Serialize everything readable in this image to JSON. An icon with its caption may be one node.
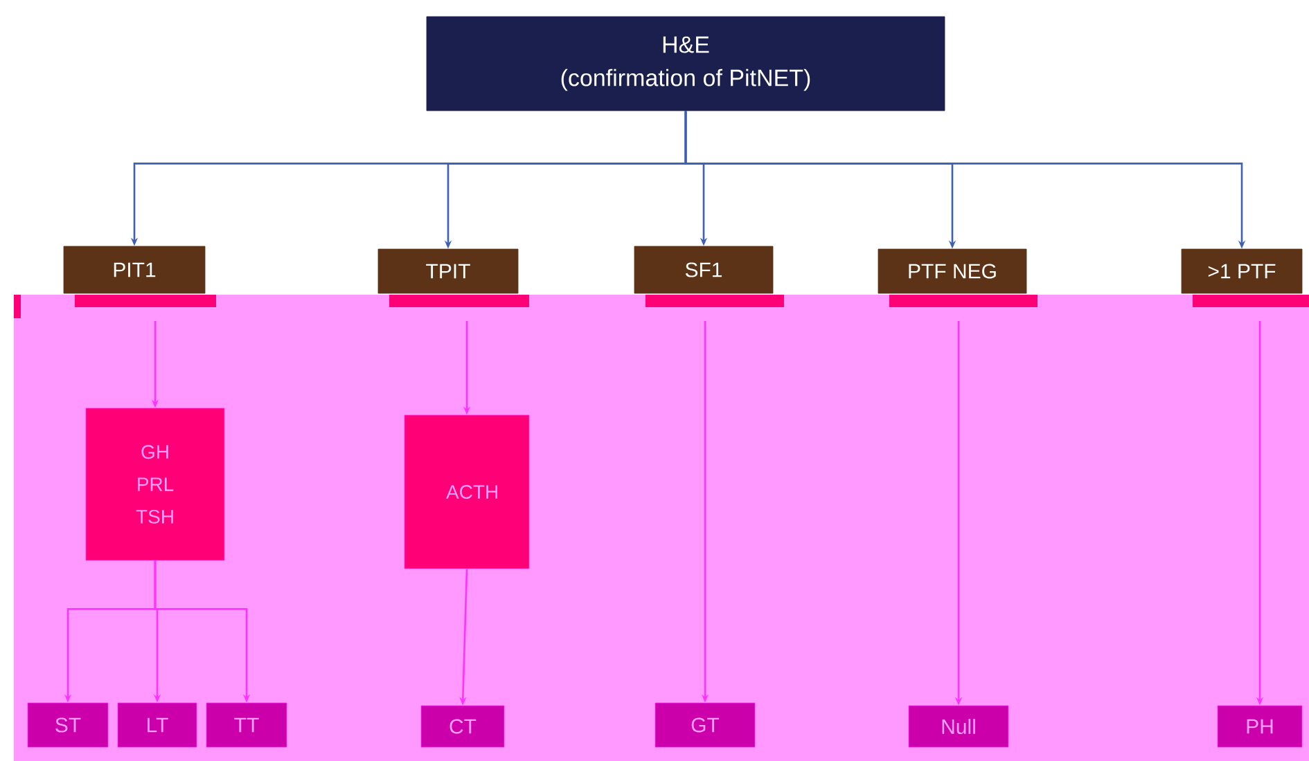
{
  "diagram": {
    "nodes": [
      {
        "text": [
          "H&E",
          "(confirmation of PitNET)"
        ]
      },
      {
        "text": [
          "PIT1"
        ]
      },
      {
        "text": [
          "TPIT"
        ]
      },
      {
        "text": [
          "SF1"
        ]
      },
      {
        "text": [
          "PTF NEG"
        ]
      },
      {
        "text": [
          ">1 PTF"
        ]
      },
      {
        "text": [
          "GH PRL TSH"
        ]
      },
      {
        "text": [
          "ACTH"
        ]
      },
      {
        "text": [
          "ST"
        ]
      },
      {
        "text": [
          "LT"
        ]
      },
      {
        "text": [
          "TT"
        ]
      },
      {
        "text": [
          "CT"
        ]
      },
      {
        "text": [
          "GT"
        ]
      },
      {
        "text": [
          "Null"
        ]
      },
      {
        "text": [
          "PH"
        ]
      }
    ],
    "edges": [
      {
        "from": 0,
        "to": 1,
        "arrow": "to",
        "color": "#3f5fb5"
      },
      {
        "from": 0,
        "to": 2,
        "arrow": "to",
        "color": "#3f5fb5"
      },
      {
        "from": 0,
        "to": 3,
        "arrow": "to",
        "color": "#3f5fb5"
      },
      {
        "from": 0,
        "to": 4,
        "arrow": "to",
        "color": "#3f5fb5"
      },
      {
        "from": 0,
        "to": 5,
        "arrow": "to",
        "color": "#3f5fb5"
      },
      {
        "from": 1,
        "to": 6,
        "arrow": "to"
      },
      {
        "from": 2,
        "to": 7,
        "arrow": "to"
      },
      {
        "from": 3,
        "to": 12,
        "arrow": "to"
      },
      {
        "from": 4,
        "to": 13,
        "arrow": "to"
      },
      {
        "from": 5,
        "to": 14,
        "arrow": "to"
      },
      {
        "from": 6,
        "to": 8,
        "arrow": "to"
      },
      {
        "from": 6,
        "to": 9,
        "arrow": "to"
      },
      {
        "from": 6,
        "to": 10,
        "arrow": "to"
      },
      {
        "from": 7,
        "to": 11,
        "arrow": "to"
      }
    ]
  }
}
